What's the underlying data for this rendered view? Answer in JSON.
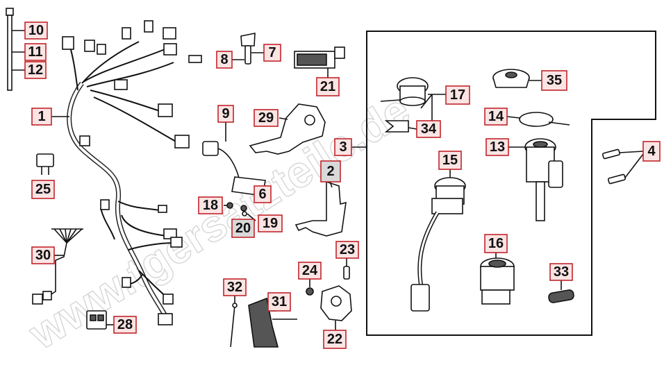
{
  "watermark": "www.tgersatzteile.de",
  "labels": [
    {
      "id": "1",
      "text": "1"
    },
    {
      "id": "2",
      "text": "2"
    },
    {
      "id": "3",
      "text": "3"
    },
    {
      "id": "4",
      "text": "4"
    },
    {
      "id": "6",
      "text": "6"
    },
    {
      "id": "7",
      "text": "7"
    },
    {
      "id": "8",
      "text": "8"
    },
    {
      "id": "9",
      "text": "9"
    },
    {
      "id": "10",
      "text": "10"
    },
    {
      "id": "11",
      "text": "11"
    },
    {
      "id": "12",
      "text": "12"
    },
    {
      "id": "13",
      "text": "13"
    },
    {
      "id": "14",
      "text": "14"
    },
    {
      "id": "15",
      "text": "15"
    },
    {
      "id": "16",
      "text": "16"
    },
    {
      "id": "17",
      "text": "17"
    },
    {
      "id": "18",
      "text": "18"
    },
    {
      "id": "19",
      "text": "19"
    },
    {
      "id": "20",
      "text": "20"
    },
    {
      "id": "21",
      "text": "21"
    },
    {
      "id": "22",
      "text": "22"
    },
    {
      "id": "23",
      "text": "23"
    },
    {
      "id": "24",
      "text": "24"
    },
    {
      "id": "25",
      "text": "25"
    },
    {
      "id": "28",
      "text": "28"
    },
    {
      "id": "29",
      "text": "29"
    },
    {
      "id": "30",
      "text": "30"
    },
    {
      "id": "31",
      "text": "31"
    },
    {
      "id": "32",
      "text": "32"
    },
    {
      "id": "33",
      "text": "33"
    },
    {
      "id": "34",
      "text": "34"
    },
    {
      "id": "35",
      "text": "35"
    }
  ],
  "colors": {
    "label_border": "#c0242a",
    "label_fill": "#fbe4e4",
    "label_fill_grey": "#d9d9d9",
    "watermark": "#c9c9c9"
  }
}
